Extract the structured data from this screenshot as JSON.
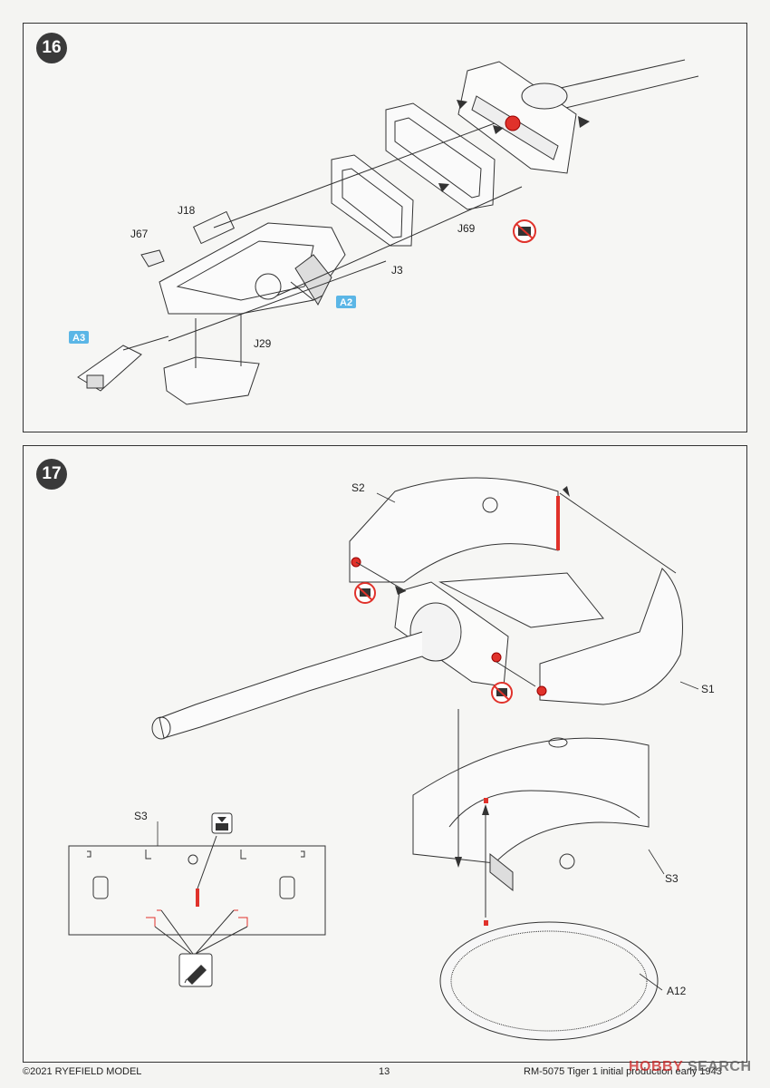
{
  "step16": {
    "number": "16",
    "labels": {
      "j18": "J18",
      "j67": "J67",
      "j3": "J3",
      "j69": "J69",
      "j29": "J29",
      "a2": "A2",
      "a3": "A3"
    }
  },
  "step17": {
    "number": "17",
    "labels": {
      "s2": "S2",
      "s1": "S1",
      "s3": "S3",
      "s3_detail": "S3",
      "a12": "A12"
    }
  },
  "footer": {
    "copyright": "©2021 RYEFIELD MODEL",
    "page": "13",
    "product": "RM-5075  Tiger 1 initial production early 1943"
  },
  "watermark": {
    "brand_a": "HOBBY",
    "brand_b": "SEARCH"
  },
  "colors": {
    "badge": "#3a3a3a",
    "part_tag": "#5bb6e6",
    "glue_red": "#e0322b",
    "line": "#333333"
  },
  "icons": [
    "glue-warning-icon",
    "fill-icon",
    "knife-icon"
  ]
}
